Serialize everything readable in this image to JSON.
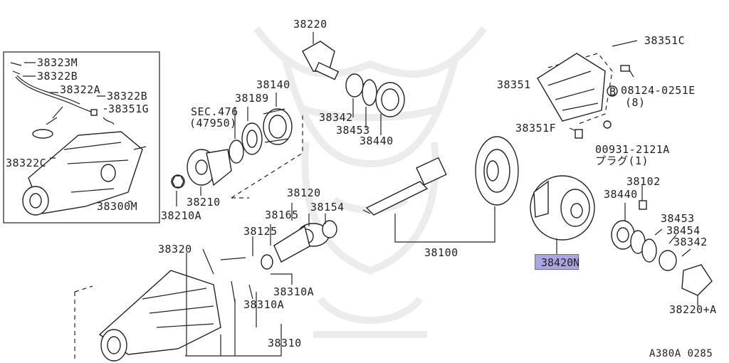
{
  "labels": {
    "l38323M": "38323M",
    "l38322B_left": "38322B",
    "l38322A": "38322A",
    "l38322B_right": "38322B",
    "l38351G": "38351G",
    "l38322C": "38322C",
    "l38300M": "38300M",
    "l38220": "38220",
    "l38140": "38140",
    "l38189": "38189",
    "lSEC": "SEC.476",
    "lSEC2": "(47950)",
    "l38342_top": "38342",
    "l38453_top": "38453",
    "l38440_top": "38440",
    "l38210": "38210",
    "l38210A": "38210A",
    "l38120": "38120",
    "l38165": "38165",
    "l38154": "38154",
    "l38125": "38125",
    "l38100": "38100",
    "l38320": "38320",
    "l38310A_1": "38310A",
    "l38310A_2": "38310A",
    "l38310": "38310",
    "l38351C": "38351C",
    "l38351": "38351",
    "l08124": "08124-0251E",
    "l08124b": "(8)",
    "l38351F": "38351F",
    "l00931": "00931-2121A",
    "l00931b": "プラグ(1)",
    "l38102": "38102",
    "l38440_right": "38440",
    "l38453_right": "38453",
    "l38454": "38454",
    "l38342_right": "38342",
    "l38220A": "38220+A",
    "l38420N": "38420N",
    "circleB": "B",
    "code": "A380A 0285"
  },
  "colors": {
    "highlight": "#a9a6e0",
    "line": "#222222",
    "watermark": "#ececec"
  }
}
